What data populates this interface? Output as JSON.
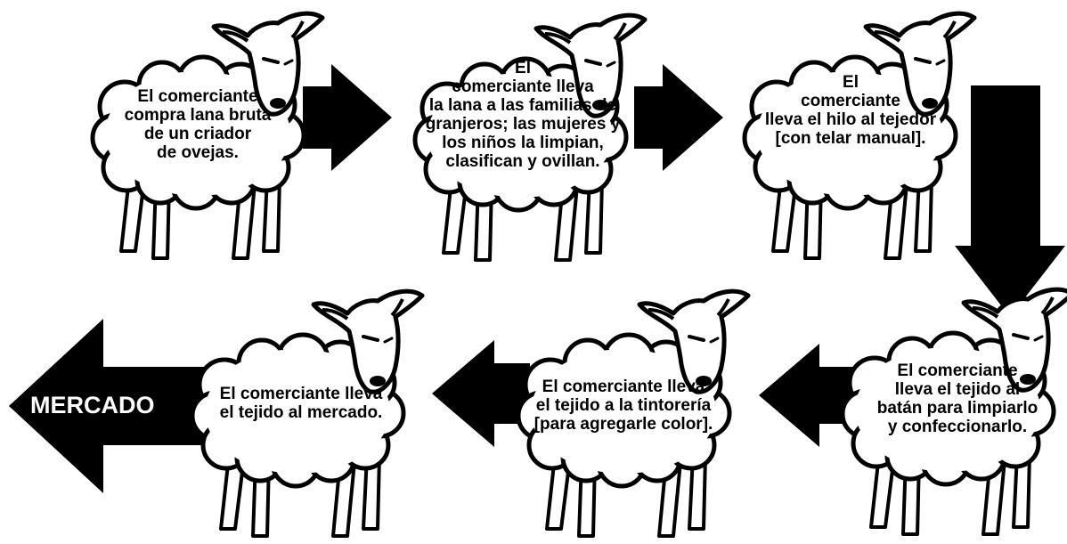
{
  "steps": [
    {
      "text": "El comerciante\ncompra lana bruta\nde un criador\nde ovejas."
    },
    {
      "text": "El\ncomerciante lleva\nla lana a las familias de\ngranjeros; las mujeres y\nlos niños la limpian,\nclasifican y ovillan."
    },
    {
      "text": "El\ncomerciante\nlleva el hilo al tejedor\n[con telar manual]."
    },
    {
      "text": "El comerciante\nlleva el tejido al\nbatán para limpiarlo\ny confeccionarlo."
    },
    {
      "text": "El comerciante lleva\nel tejido a la tintorería\n[para agregarle color]."
    },
    {
      "text": "El comerciante lleva\nel tejido al mercado."
    }
  ],
  "market": {
    "label": "MERCADO"
  },
  "colors": {
    "ink": "#000000",
    "paper": "#ffffff"
  }
}
